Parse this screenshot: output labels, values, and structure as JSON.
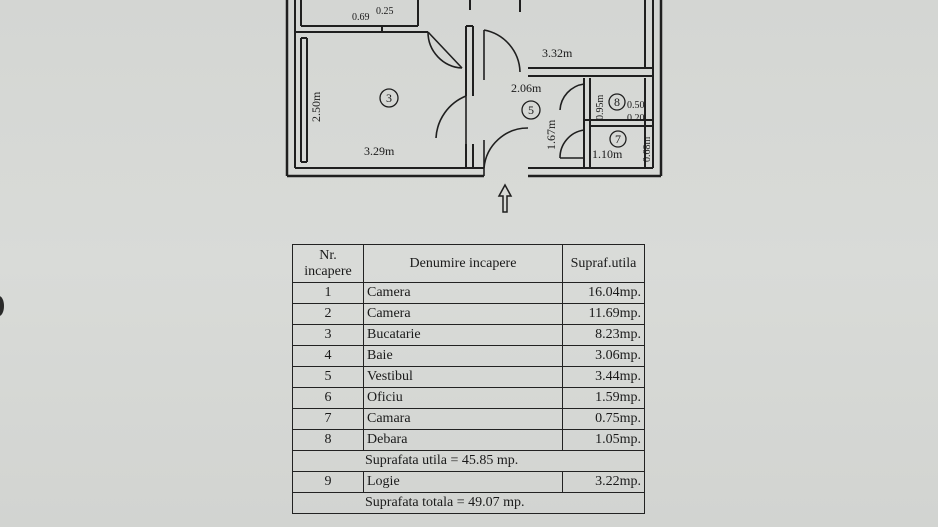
{
  "plan": {
    "dimensions": {
      "d_069": "0.69",
      "d_025": "0.25",
      "d_332": "3.32m",
      "d_250": "2.50m",
      "d_329": "3.29m",
      "d_206": "2.06m",
      "d_167": "1.67m",
      "d_095": "0.95m",
      "d_050": "0.50",
      "d_020": "0.20",
      "d_110": "1.10m",
      "d_068": "0.68m"
    },
    "room_numbers": {
      "r3": "3",
      "r5": "5",
      "r7": "7",
      "r8": "8"
    }
  },
  "table": {
    "header": {
      "nr": "Nr. incapere",
      "name": "Denumire incapere",
      "area": "Supraf.utila"
    },
    "rows": [
      {
        "nr": "1",
        "name": "Camera",
        "area": "16.04mp."
      },
      {
        "nr": "2",
        "name": "Camera",
        "area": "11.69mp."
      },
      {
        "nr": "3",
        "name": "Bucatarie",
        "area": "8.23mp."
      },
      {
        "nr": "4",
        "name": "Baie",
        "area": "3.06mp."
      },
      {
        "nr": "5",
        "name": "Vestibul",
        "area": "3.44mp."
      },
      {
        "nr": "6",
        "name": "Oficiu",
        "area": "1.59mp."
      },
      {
        "nr": "7",
        "name": "Camara",
        "area": "0.75mp."
      },
      {
        "nr": "8",
        "name": "Debara",
        "area": "1.05mp."
      }
    ],
    "subtotal": "Suprafata utila = 45.85 mp.",
    "loggia": {
      "nr": "9",
      "name": "Logie",
      "area": "3.22mp."
    },
    "total": "Suprafata totala = 49.07 mp."
  }
}
